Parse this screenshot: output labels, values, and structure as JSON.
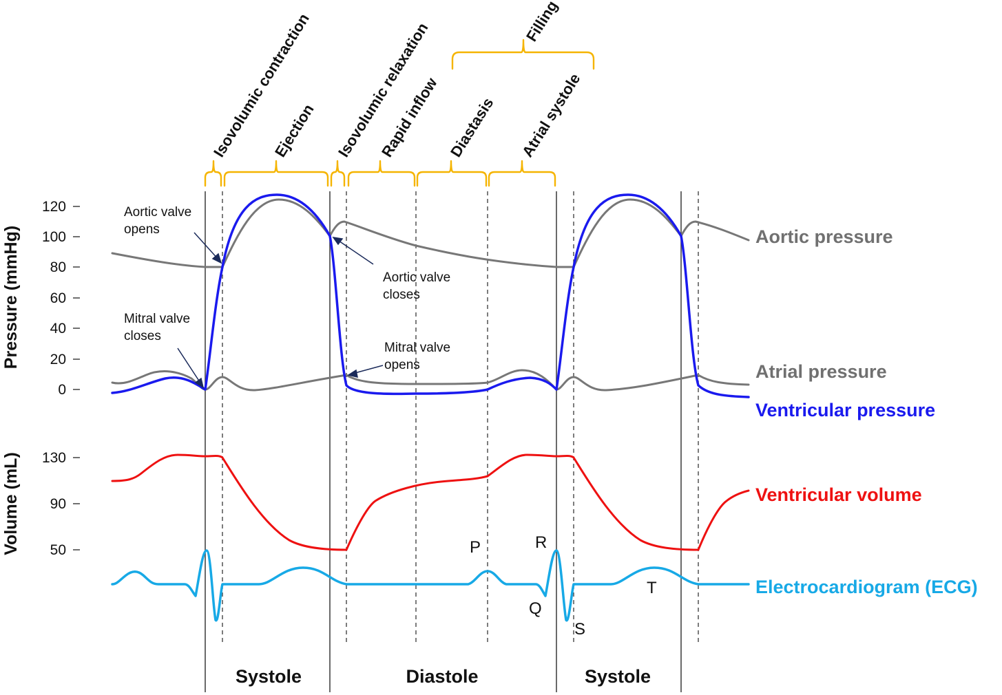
{
  "colors": {
    "aortic": "#777777",
    "atrial": "#777777",
    "ventricular_pressure": "#1a1aee",
    "ventricular_volume": "#ee1111",
    "ecg": "#17a9e6",
    "bracket": "#f5b400",
    "axis": "#333333"
  },
  "axes": {
    "pressure_label": "Pressure (mmHg)",
    "volume_label": "Volume (mL)",
    "pressure_ticks": [
      "120",
      "100",
      "80",
      "60",
      "40",
      "20",
      "0"
    ],
    "volume_ticks": [
      "130",
      "90",
      "50"
    ]
  },
  "phases": {
    "isovolumic_contraction": "Isovolumic contraction",
    "ejection": "Ejection",
    "isovolumic_relaxation": "Isovolumic relaxation",
    "rapid_inflow": "Rapid inflow",
    "diastasis": "Diastasis",
    "atrial_systole": "Atrial systole",
    "filling": "Filling"
  },
  "annotations": {
    "aortic_opens": [
      "Aortic valve",
      "opens"
    ],
    "aortic_closes": [
      "Aortic valve",
      "closes"
    ],
    "mitral_closes": [
      "Mitral valve",
      "closes"
    ],
    "mitral_opens": [
      "Mitral valve",
      "opens"
    ]
  },
  "series_labels": {
    "aortic": "Aortic pressure",
    "atrial": "Atrial pressure",
    "ventricular_pressure": "Ventricular pressure",
    "ventricular_volume": "Ventricular volume",
    "ecg": "Electrocardiogram (ECG)"
  },
  "ecg_waves": {
    "p": "P",
    "q": "Q",
    "r": "R",
    "s": "S",
    "t": "T"
  },
  "periods": [
    "Systole",
    "Diastole",
    "Systole"
  ]
}
